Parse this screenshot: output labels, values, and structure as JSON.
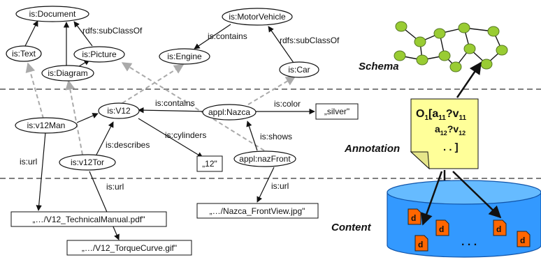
{
  "nodes": {
    "document": "is:Document",
    "text": "is:Text",
    "picture": "is:Picture",
    "diagram": "is:Diagram",
    "engine": "is:Engine",
    "motorvehicle": "is:MotorVehicle",
    "car": "is:Car",
    "v12": "is:V12",
    "v12man": "is:v12Man",
    "v12tor": "is:v12Tor",
    "nazca": "appl:Nazca",
    "nazfront": "appl:nazFront"
  },
  "literals": {
    "silver": "„silver\"",
    "twelve": "„12\"",
    "manual": "„…/V12_TechnicalManual.pdf\"",
    "torque": "„…/V12_TorqueCurve.gif\"",
    "front": "„…/Nazca_FrontView.jpg\""
  },
  "edges": {
    "subclass_doc": "rdfs:subClassOf",
    "subclass_motor": "rdfs:subClassOf",
    "contains_top": "is:contains",
    "contains_mid": "is:contains",
    "color": "is:color",
    "shows": "is:shows",
    "cylinders": "is:cylinders",
    "describes": "is:describes",
    "url_man": "is:url",
    "url_tor": "is:url",
    "url_front": "is:url"
  },
  "layers": {
    "schema": "Schema",
    "annotation": "Annotation",
    "content": "Content"
  },
  "annotation_note": {
    "o": "O",
    "o_sub": "1",
    "a11": "[a",
    "a11_sub": "11",
    "v11": "?v",
    "v11_sub": "11",
    "a12": "a",
    "a12_sub": "12",
    "v12": "?v",
    "v12_sub": "12",
    "ellipsis": ". . ]"
  },
  "documents": {
    "doc_label": "d",
    "ellipsis": ". . ."
  },
  "colors": {
    "graph_node": "#99cc33",
    "note": "#ffff99",
    "database": "#3399ff",
    "document": "#ff6600",
    "dashed_arrow": "#aaaaaa"
  }
}
